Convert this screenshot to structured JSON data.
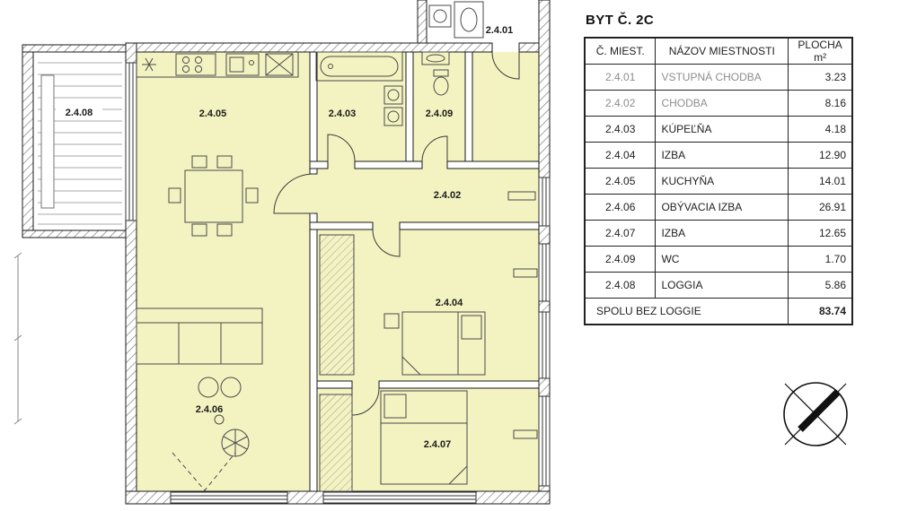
{
  "header": {
    "title": "BYT Č. 2C"
  },
  "table": {
    "headers": [
      "Č. MIEST.",
      "NÁZOV MIESTNOSTI",
      "PLOCHA m²"
    ],
    "rows": [
      {
        "code": "2.4.01",
        "name": "VSTUPNÁ CHODBA",
        "area": "3.23"
      },
      {
        "code": "2.4.02",
        "name": "CHODBA",
        "area": "8.16"
      },
      {
        "code": "2.4.03",
        "name": "KÚPEĽŇA",
        "area": "4.18"
      },
      {
        "code": "2.4.04",
        "name": "IZBA",
        "area": "12.90"
      },
      {
        "code": "2.4.05",
        "name": "KUCHYŇA",
        "area": "14.01"
      },
      {
        "code": "2.4.06",
        "name": "OBÝVACIA IZBA",
        "area": "26.91"
      },
      {
        "code": "2.4.07",
        "name": "IZBA",
        "area": "12.65"
      },
      {
        "code": "2.4.09",
        "name": "WC",
        "area": "1.70"
      },
      {
        "code": "2.4.08",
        "name": "LOGGIA",
        "area": "5.86"
      }
    ],
    "total": {
      "label": "SPOLU BEZ LOGGIE",
      "value": "83.74"
    }
  },
  "floorplan": {
    "labels": [
      "2.4.01",
      "2.4.02",
      "2.4.03",
      "2.4.04",
      "2.4.05",
      "2.4.06",
      "2.4.07",
      "2.4.08",
      "2.4.09"
    ]
  },
  "colors": {
    "room_fill": "#f3f3c2",
    "wall": "#1a1a1a"
  }
}
